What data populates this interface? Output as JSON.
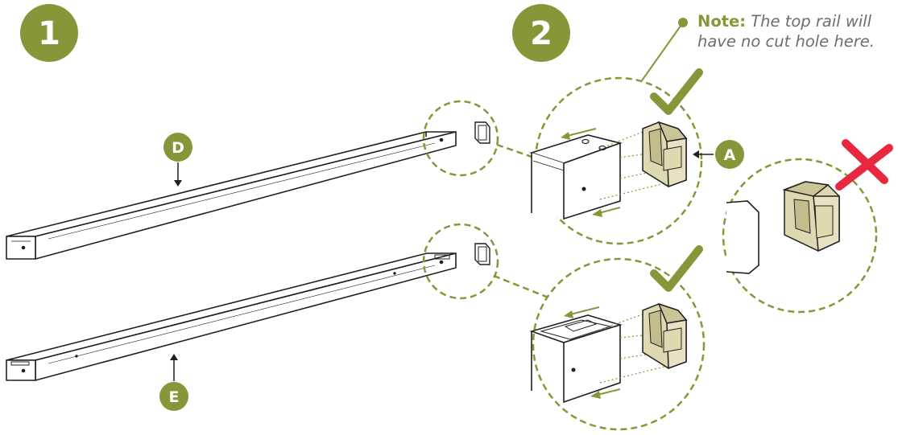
{
  "steps": {
    "step1": "1",
    "step2": "2"
  },
  "callouts": {
    "rail_top": "D",
    "rail_bottom": "E",
    "end_cap": "A"
  },
  "note": {
    "label": "Note:",
    "text": "The top rail will have no cut hole here."
  },
  "colors": {
    "accent": "#869638",
    "wrong": "#e8283f",
    "cap_fill": "#ddd9b0",
    "line": "#231f20"
  }
}
